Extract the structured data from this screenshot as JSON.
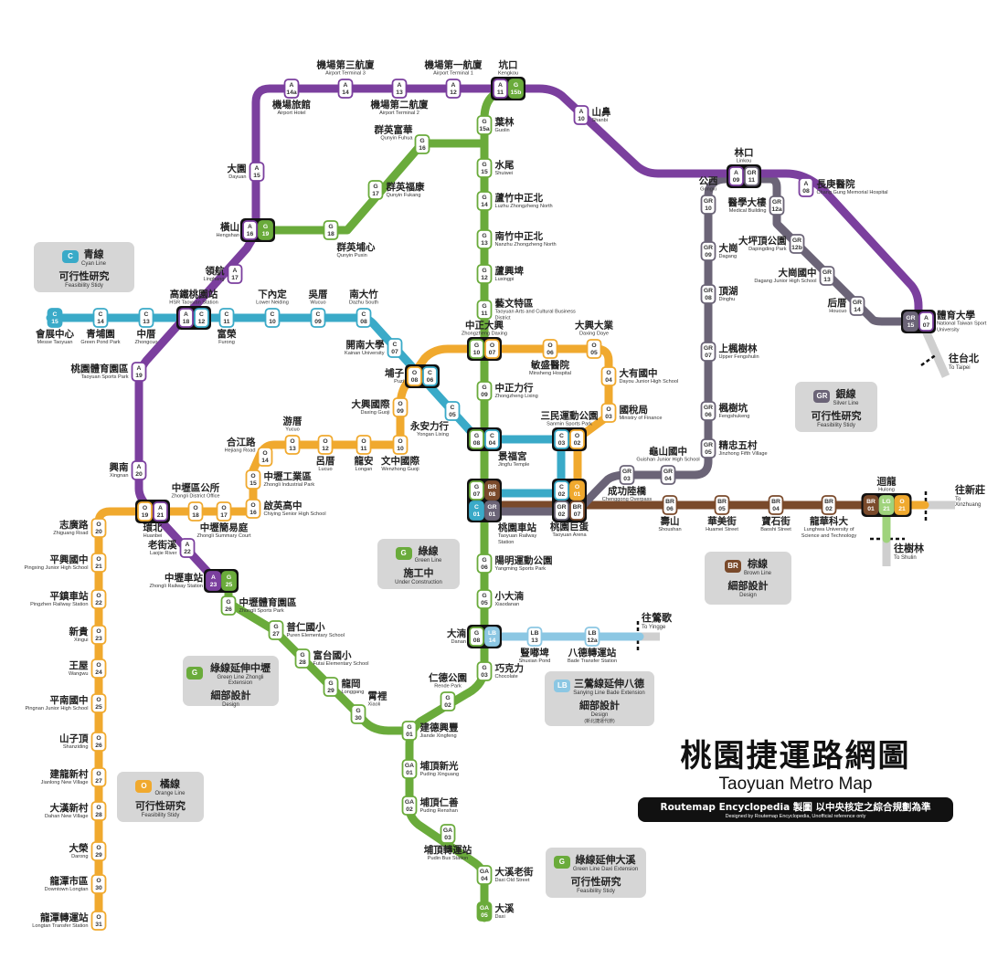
{
  "title": {
    "zh": "桃園捷運路網圖",
    "en": "Taoyuan Metro Map",
    "credit": "Routemap Encyclopedia 製圖 以中央核定之綜合規劃為準",
    "credit_en": "Designed by Routemap Encyclopedia, Unofficial reference only"
  },
  "lines": {
    "A": "#7b3f9e",
    "G": "#6aab3b",
    "C": "#3aaac8",
    "O": "#f0a92e",
    "BR": "#7a4a2b",
    "GR": "#6b6477",
    "LB": "#8cc7e3",
    "LG": "#9fd37c"
  },
  "destinations": [
    {
      "zh": "往台北",
      "en": "To Taipei"
    },
    {
      "zh": "往新莊",
      "en": "To Xinzhuang"
    },
    {
      "zh": "往樹林",
      "en": "To Shulin"
    },
    {
      "zh": "往鶯歌",
      "en": "To Yingge"
    }
  ],
  "legends": [
    {
      "badge": "C",
      "line": "C",
      "zh": "青線",
      "en": "Cyan Line",
      "status_zh": "可行性研究",
      "status_en": "Feasibility Stidy"
    },
    {
      "badge": "GR",
      "line": "GR",
      "zh": "銀線",
      "en": "Silver Line",
      "status_zh": "可行性研究",
      "status_en": "Feasibility Stidy"
    },
    {
      "badge": "G",
      "line": "G",
      "zh": "綠線",
      "en": "Green Line",
      "status_zh": "施工中",
      "status_en": "Under Construction"
    },
    {
      "badge": "BR",
      "line": "BR",
      "zh": "棕線",
      "en": "Brown Line",
      "status_zh": "細部設計",
      "status_en": "Design"
    },
    {
      "badge": "G",
      "line": "G",
      "zh": "綠線延伸中壢",
      "en": "Green Line Zhongli Extension",
      "status_zh": "細部設計",
      "status_en": "Design"
    },
    {
      "badge": "LB",
      "line": "LB",
      "zh": "三鶯線延伸八德",
      "en": "Sanying Line Bade Extension",
      "status_zh": "細部設計",
      "status_en": "Design",
      "note": "(新北捷運代辦)"
    },
    {
      "badge": "O",
      "line": "O",
      "zh": "橘線",
      "en": "Orange Line",
      "status_zh": "可行性研究",
      "status_en": "Feasibility Stidy"
    },
    {
      "badge": "G",
      "line": "G",
      "zh": "綠線延伸大溪",
      "en": "Green Line Daxi Extension",
      "status_zh": "可行性研究",
      "status_en": "Feasibility Stidy"
    }
  ],
  "stations": [
    {
      "id": "A07",
      "codes": [
        [
          "GR",
          "15"
        ],
        [
          "A",
          "07"
        ]
      ],
      "zh": "體育大學",
      "en": "National Taiwan Sport University"
    },
    {
      "id": "A08",
      "codes": [
        [
          "A",
          "08"
        ]
      ],
      "zh": "長庚醫院",
      "en": "Chang Gung Memorial Hospital"
    },
    {
      "id": "A09",
      "codes": [
        [
          "A",
          "09"
        ],
        [
          "GR",
          "11"
        ]
      ],
      "zh": "林口",
      "en": "Linkou"
    },
    {
      "id": "A10",
      "codes": [
        [
          "A",
          "10"
        ]
      ],
      "zh": "山鼻",
      "en": "Shanbi"
    },
    {
      "id": "A11",
      "codes": [
        [
          "A",
          "11"
        ],
        [
          "G",
          "15b"
        ]
      ],
      "zh": "坑口",
      "en": "Kengkou"
    },
    {
      "id": "A12",
      "codes": [
        [
          "A",
          "12"
        ]
      ],
      "zh": "機場第一航廈",
      "en": "Airport Terminal 1"
    },
    {
      "id": "A13",
      "codes": [
        [
          "A",
          "13"
        ]
      ],
      "zh": "機場第二航廈",
      "en": "Airport Terminal 2"
    },
    {
      "id": "A14",
      "codes": [
        [
          "A",
          "14"
        ]
      ],
      "zh": "機場第三航廈",
      "en": "Airport Terminal 3"
    },
    {
      "id": "A14a",
      "codes": [
        [
          "A",
          "14a"
        ]
      ],
      "zh": "機場旅館",
      "en": "Airport Hotel"
    },
    {
      "id": "A15",
      "codes": [
        [
          "A",
          "15"
        ]
      ],
      "zh": "大園",
      "en": "Dayuan"
    },
    {
      "id": "A16",
      "codes": [
        [
          "A",
          "16"
        ],
        [
          "G",
          "19"
        ]
      ],
      "zh": "橫山",
      "en": "Hengshan"
    },
    {
      "id": "A17",
      "codes": [
        [
          "A",
          "17"
        ]
      ],
      "zh": "領航",
      "en": "Linghang"
    },
    {
      "id": "A18",
      "codes": [
        [
          "A",
          "18"
        ],
        [
          "C",
          "12"
        ]
      ],
      "zh": "高鐵桃園站",
      "en": "HSR Taoyuan Station"
    },
    {
      "id": "A19",
      "codes": [
        [
          "A",
          "19"
        ]
      ],
      "zh": "桃園體育園區",
      "en": "Taoyuan Sports Park"
    },
    {
      "id": "A20",
      "codes": [
        [
          "A",
          "20"
        ]
      ],
      "zh": "興南",
      "en": "Xingnan"
    },
    {
      "id": "A21",
      "codes": [
        [
          "O",
          "19"
        ],
        [
          "A",
          "21"
        ]
      ],
      "zh": "環北",
      "en": "Huanbei"
    },
    {
      "id": "A22",
      "codes": [
        [
          "A",
          "22"
        ]
      ],
      "zh": "老街溪",
      "en": "Laojie River"
    },
    {
      "id": "A23",
      "codes": [
        [
          "A",
          "23"
        ],
        [
          "G",
          "25"
        ]
      ],
      "zh": "中壢車站",
      "en": "Zhongli Railway Station"
    },
    {
      "id": "G15a",
      "codes": [
        [
          "G",
          "15a"
        ]
      ],
      "zh": "葉林",
      "en": "Guolin"
    },
    {
      "id": "G15",
      "codes": [
        [
          "G",
          "15"
        ]
      ],
      "zh": "水尾",
      "en": "Shuiwei"
    },
    {
      "id": "G14",
      "codes": [
        [
          "G",
          "14"
        ]
      ],
      "zh": "蘆竹中正北",
      "en": "Luzhu Zhongzheng North"
    },
    {
      "id": "G13",
      "codes": [
        [
          "G",
          "13"
        ]
      ],
      "zh": "南竹中正北",
      "en": "Nanzhu Zhongzheng North"
    },
    {
      "id": "G12",
      "codes": [
        [
          "G",
          "12"
        ]
      ],
      "zh": "蘆興埤",
      "en": "Luxingpi"
    },
    {
      "id": "G11",
      "codes": [
        [
          "G",
          "11"
        ]
      ],
      "zh": "藝文特區",
      "en": "Taoyuan Arts and Cultural Business District"
    },
    {
      "id": "G10",
      "codes": [
        [
          "G",
          "10"
        ],
        [
          "O",
          "07"
        ]
      ],
      "zh": "中正大興",
      "en": "Zhongzheng Daxing"
    },
    {
      "id": "G09",
      "codes": [
        [
          "G",
          "09"
        ]
      ],
      "zh": "中正力行",
      "en": "Zhongzheng Lixing"
    },
    {
      "id": "G08",
      "codes": [
        [
          "G",
          "08"
        ],
        [
          "C",
          "04"
        ]
      ],
      "zh": "景福宮",
      "en": "Jingfu Temple"
    },
    {
      "id": "G07",
      "codes": [
        [
          "G",
          "07"
        ],
        [
          "BR",
          "08"
        ],
        [
          "C",
          "01"
        ],
        [
          "GR",
          "01"
        ]
      ],
      "zh": "桃園車站",
      "en": "Taoyuan Railway Station"
    },
    {
      "id": "C02",
      "codes": [
        [
          "C",
          "02"
        ],
        [
          "O",
          "01"
        ],
        [
          "GR",
          "02"
        ],
        [
          "BR",
          "07"
        ]
      ],
      "zh": "桃園巨蛋",
      "en": "Taoyuan Arena"
    },
    {
      "id": "G06",
      "codes": [
        [
          "G",
          "06"
        ]
      ],
      "zh": "陽明運動公園",
      "en": "Yangming Sports Park"
    },
    {
      "id": "G05",
      "codes": [
        [
          "G",
          "05"
        ]
      ],
      "zh": "小大湳",
      "en": "Xiaodanan"
    },
    {
      "id": "G04",
      "codes": [
        [
          "G",
          "08"
        ],
        [
          "LB",
          "14"
        ]
      ],
      "zh": "大湳",
      "en": "Danan"
    },
    {
      "id": "G03",
      "codes": [
        [
          "G",
          "03"
        ]
      ],
      "zh": "巧克力",
      "en": "Chocolate"
    },
    {
      "id": "G02",
      "codes": [
        [
          "G",
          "02"
        ]
      ],
      "zh": "仁德公園",
      "en": "Rende Park"
    },
    {
      "id": "G01",
      "codes": [
        [
          "G",
          "01"
        ]
      ],
      "zh": "建德興豐",
      "en": "Jiande Xingfeng"
    },
    {
      "id": "GA01",
      "codes": [
        [
          "GA",
          "01"
        ]
      ],
      "zh": "埔頂新光",
      "en": "Puding Xinguang"
    },
    {
      "id": "GA02",
      "codes": [
        [
          "GA",
          "02"
        ]
      ],
      "zh": "埔頂仁善",
      "en": "Puding Renshan"
    },
    {
      "id": "GA03",
      "codes": [
        [
          "GA",
          "03"
        ]
      ],
      "zh": "埔頂轉運站",
      "en": "Pudin Bus Station"
    },
    {
      "id": "GA04",
      "codes": [
        [
          "GA",
          "04"
        ]
      ],
      "zh": "大溪老街",
      "en": "Daxi Old Street"
    },
    {
      "id": "GA05",
      "codes": [
        [
          "GA",
          "05"
        ]
      ],
      "zh": "大溪",
      "en": "Daxi"
    },
    {
      "id": "G16",
      "codes": [
        [
          "G",
          "16"
        ]
      ],
      "zh": "群英富華",
      "en": "Qunyin Fuhua"
    },
    {
      "id": "G17",
      "codes": [
        [
          "G",
          "17"
        ]
      ],
      "zh": "群英福康",
      "en": "Qunyin Fukang"
    },
    {
      "id": "G18",
      "codes": [
        [
          "G",
          "18"
        ]
      ],
      "zh": "群英埔心",
      "en": "Qunyin Puxin"
    },
    {
      "id": "G26",
      "codes": [
        [
          "G",
          "26"
        ]
      ],
      "zh": "中壢體育園區",
      "en": "Zhongli Sports Park"
    },
    {
      "id": "G27",
      "codes": [
        [
          "G",
          "27"
        ]
      ],
      "zh": "普仁國小",
      "en": "Puren Elementary School"
    },
    {
      "id": "G28",
      "codes": [
        [
          "G",
          "28"
        ]
      ],
      "zh": "富台國小",
      "en": "Futai Elementary School"
    },
    {
      "id": "G29",
      "codes": [
        [
          "G",
          "29"
        ]
      ],
      "zh": "龍岡",
      "en": "Longgang"
    },
    {
      "id": "G30",
      "codes": [
        [
          "G",
          "30"
        ]
      ],
      "zh": "霄裡",
      "en": "Xiaoli"
    },
    {
      "id": "C15",
      "codes": [
        [
          "C",
          "15"
        ]
      ],
      "zh": "會展中心",
      "en": "Messe Taoyuan"
    },
    {
      "id": "C14",
      "codes": [
        [
          "C",
          "14"
        ]
      ],
      "zh": "青埔園",
      "en": "Green Pond Park"
    },
    {
      "id": "C13",
      "codes": [
        [
          "C",
          "13"
        ]
      ],
      "zh": "中厝",
      "en": "Zhongcuo"
    },
    {
      "id": "C11",
      "codes": [
        [
          "C",
          "11"
        ]
      ],
      "zh": "富榮",
      "en": "Furong"
    },
    {
      "id": "C10",
      "codes": [
        [
          "C",
          "10"
        ]
      ],
      "zh": "下內定",
      "en": "Lower Neiding"
    },
    {
      "id": "C09",
      "codes": [
        [
          "C",
          "09"
        ]
      ],
      "zh": "吳厝",
      "en": "Wucuo"
    },
    {
      "id": "C08",
      "codes": [
        [
          "C",
          "08"
        ]
      ],
      "zh": "南大竹",
      "en": "Dazhu South"
    },
    {
      "id": "C07",
      "codes": [
        [
          "C",
          "07"
        ]
      ],
      "zh": "開南大學",
      "en": "Kainan University"
    },
    {
      "id": "C06",
      "codes": [
        [
          "O",
          "08"
        ],
        [
          "C",
          "06"
        ]
      ],
      "zh": "埔子",
      "en": "Puzi"
    },
    {
      "id": "C05",
      "codes": [
        [
          "C",
          "05"
        ]
      ],
      "zh": "永安力行",
      "en": "Yongan Lixing"
    },
    {
      "id": "C03",
      "codes": [
        [
          "C",
          "03"
        ],
        [
          "O",
          "02"
        ]
      ],
      "zh": "三民運動公園",
      "en": "Sanmin Sports Park"
    },
    {
      "id": "O03",
      "codes": [
        [
          "O",
          "03"
        ]
      ],
      "zh": "國稅局",
      "en": "Ministry of Finance"
    },
    {
      "id": "O04",
      "codes": [
        [
          "O",
          "04"
        ]
      ],
      "zh": "大有國中",
      "en": "Dayou Junior High School"
    },
    {
      "id": "O05",
      "codes": [
        [
          "O",
          "05"
        ]
      ],
      "zh": "大興大業",
      "en": "Daxing Daye"
    },
    {
      "id": "O06",
      "codes": [
        [
          "O",
          "06"
        ]
      ],
      "zh": "敏盛醫院",
      "en": "Minsheng Hospital"
    },
    {
      "id": "O09",
      "codes": [
        [
          "O",
          "09"
        ]
      ],
      "zh": "大興國際",
      "en": "Daxing Guoji"
    },
    {
      "id": "O10",
      "codes": [
        [
          "O",
          "10"
        ]
      ],
      "zh": "文中國際",
      "en": "Wenzhong Guoji"
    },
    {
      "id": "O11",
      "codes": [
        [
          "O",
          "11"
        ]
      ],
      "zh": "龍安",
      "en": "Longan"
    },
    {
      "id": "O12",
      "codes": [
        [
          "O",
          "12"
        ]
      ],
      "zh": "呂厝",
      "en": "Lucuo"
    },
    {
      "id": "O13",
      "codes": [
        [
          "O",
          "13"
        ]
      ],
      "zh": "游厝",
      "en": "Yucuo"
    },
    {
      "id": "O14",
      "codes": [
        [
          "O",
          "14"
        ]
      ],
      "zh": "合江路",
      "en": "Hejiang Road"
    },
    {
      "id": "O15",
      "codes": [
        [
          "O",
          "15"
        ]
      ],
      "zh": "中壢工業區",
      "en": "Zhongli Industrial Park"
    },
    {
      "id": "O16",
      "codes": [
        [
          "O",
          "16"
        ]
      ],
      "zh": "啟英高中",
      "en": "Chiying Senior High School"
    },
    {
      "id": "O17",
      "codes": [
        [
          "O",
          "17"
        ]
      ],
      "zh": "中壢簡易庭",
      "en": "Zhongli Summary Court"
    },
    {
      "id": "O18",
      "codes": [
        [
          "O",
          "18"
        ]
      ],
      "zh": "中壢區公所",
      "en": "Zhongli District Office"
    },
    {
      "id": "O20",
      "codes": [
        [
          "O",
          "20"
        ]
      ],
      "zh": "志廣路",
      "en": "Zhiguang Road"
    },
    {
      "id": "O21w",
      "codes": [
        [
          "O",
          "21"
        ]
      ],
      "zh": "平興國中",
      "en": "Pingxing Junior High School"
    },
    {
      "id": "O22",
      "codes": [
        [
          "O",
          "22"
        ]
      ],
      "zh": "平鎮車站",
      "en": "Pingzhen Railway Station"
    },
    {
      "id": "O23",
      "codes": [
        [
          "O",
          "23"
        ]
      ],
      "zh": "新貴",
      "en": "Xingui"
    },
    {
      "id": "O24",
      "codes": [
        [
          "O",
          "24"
        ]
      ],
      "zh": "王屋",
      "en": "Wangwu"
    },
    {
      "id": "O25",
      "codes": [
        [
          "O",
          "25"
        ]
      ],
      "zh": "平南國中",
      "en": "Pingnan Junior High School"
    },
    {
      "id": "O26",
      "codes": [
        [
          "O",
          "26"
        ]
      ],
      "zh": "山子頂",
      "en": "Shanziding"
    },
    {
      "id": "O27",
      "codes": [
        [
          "O",
          "27"
        ]
      ],
      "zh": "建龍新村",
      "en": "Jianlong New Village"
    },
    {
      "id": "O28",
      "codes": [
        [
          "O",
          "28"
        ]
      ],
      "zh": "大漢新村",
      "en": "Dahan New Village"
    },
    {
      "id": "O29",
      "codes": [
        [
          "O",
          "29"
        ]
      ],
      "zh": "大榮",
      "en": "Darong"
    },
    {
      "id": "O30",
      "codes": [
        [
          "O",
          "30"
        ]
      ],
      "zh": "龍潭市區",
      "en": "Downtown Longtan"
    },
    {
      "id": "O31",
      "codes": [
        [
          "O",
          "31"
        ]
      ],
      "zh": "龍潭轉運站",
      "en": "Longtan Transfer Station"
    },
    {
      "id": "BR01",
      "codes": [
        [
          "BR",
          "01"
        ],
        [
          "LG",
          "21"
        ],
        [
          "O",
          "21"
        ]
      ],
      "zh": "迴龍",
      "en": "Hulong"
    },
    {
      "id": "BR06",
      "codes": [
        [
          "BR",
          "06"
        ]
      ],
      "zh": "壽山",
      "en": "Shoushan"
    },
    {
      "id": "BR05",
      "codes": [
        [
          "BR",
          "05"
        ]
      ],
      "zh": "華美街",
      "en": "Huamei Street"
    },
    {
      "id": "BR04",
      "codes": [
        [
          "BR",
          "04"
        ]
      ],
      "zh": "寶石街",
      "en": "Baoshi Street"
    },
    {
      "id": "BR02",
      "codes": [
        [
          "BR",
          "02"
        ]
      ],
      "zh": "龍華科大",
      "en": "Lunghwa University of Science and Technology"
    },
    {
      "id": "GR03",
      "codes": [
        [
          "GR",
          "03"
        ]
      ],
      "zh": "成功陸橋",
      "en": "Chenggong Overpass"
    },
    {
      "id": "GR04",
      "codes": [
        [
          "GR",
          "04"
        ]
      ],
      "zh": "龜山國中",
      "en": "Guishan Junior High School"
    },
    {
      "id": "GR05",
      "codes": [
        [
          "GR",
          "05"
        ]
      ],
      "zh": "精忠五村",
      "en": "Jinzhong Fifth Village"
    },
    {
      "id": "GR06",
      "codes": [
        [
          "GR",
          "06"
        ]
      ],
      "zh": "楓樹坑",
      "en": "Fengshukeng"
    },
    {
      "id": "GR07",
      "codes": [
        [
          "GR",
          "07"
        ]
      ],
      "zh": "上楓樹林",
      "en": "Upper Fengshulin"
    },
    {
      "id": "GR08",
      "codes": [
        [
          "GR",
          "08"
        ]
      ],
      "zh": "頂湖",
      "en": "Dinghu"
    },
    {
      "id": "GR09",
      "codes": [
        [
          "GR",
          "09"
        ]
      ],
      "zh": "大崗",
      "en": "Dagang"
    },
    {
      "id": "GR10",
      "codes": [
        [
          "GR",
          "10"
        ]
      ],
      "zh": "公西",
      "en": "Gongxi"
    },
    {
      "id": "GR12a",
      "codes": [
        [
          "GR",
          "12a"
        ]
      ],
      "zh": "醫學大樓",
      "en": "Medical Building"
    },
    {
      "id": "GR12b",
      "codes": [
        [
          "GR",
          "12b"
        ]
      ],
      "zh": "大坪頂公園",
      "en": "Dapingding Park"
    },
    {
      "id": "GR13",
      "codes": [
        [
          "GR",
          "13"
        ]
      ],
      "zh": "大崗國中",
      "en": "Dagang Junior High School"
    },
    {
      "id": "GR14",
      "codes": [
        [
          "GR",
          "14"
        ]
      ],
      "zh": "后厝",
      "en": "Houcuo"
    },
    {
      "id": "LB13",
      "codes": [
        [
          "LB",
          "13"
        ]
      ],
      "zh": "豎嘟埤",
      "en": "Shuxian Pond"
    },
    {
      "id": "LB12a",
      "codes": [
        [
          "LB",
          "12a"
        ]
      ],
      "zh": "八德轉運站",
      "en": "Bade Transfer Station"
    }
  ]
}
